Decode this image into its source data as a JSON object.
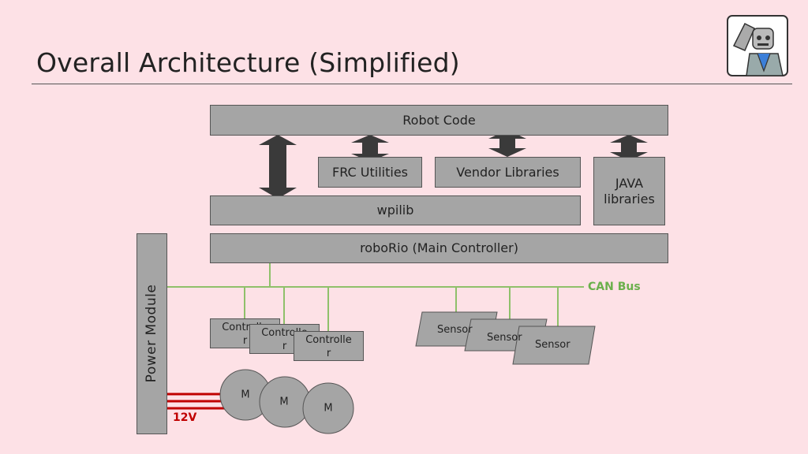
{
  "header": {
    "title": "Overall Architecture (Simplified)"
  },
  "diagram": {
    "robot_code": "Robot Code",
    "frc_utilities": "FRC Utilities",
    "vendor_libraries": "Vendor Libraries",
    "java_libraries": "JAVA\nlibraries",
    "wpilib": "wpilib",
    "roborio": "roboRio (Main Controller)",
    "power_module": "Power Module",
    "can_bus": "CAN Bus",
    "voltage": "12V",
    "controllers": [
      "Controlle\nr",
      "Controlle\nr",
      "Controlle\nr"
    ],
    "sensors": [
      "Sensor",
      "Sensor",
      "Sensor"
    ],
    "motors": [
      "M",
      "M",
      "M"
    ],
    "colors": {
      "box": "#a5a5a5",
      "can": "#6ab04c",
      "power": "#c00000",
      "background": "#fde1e6"
    }
  }
}
